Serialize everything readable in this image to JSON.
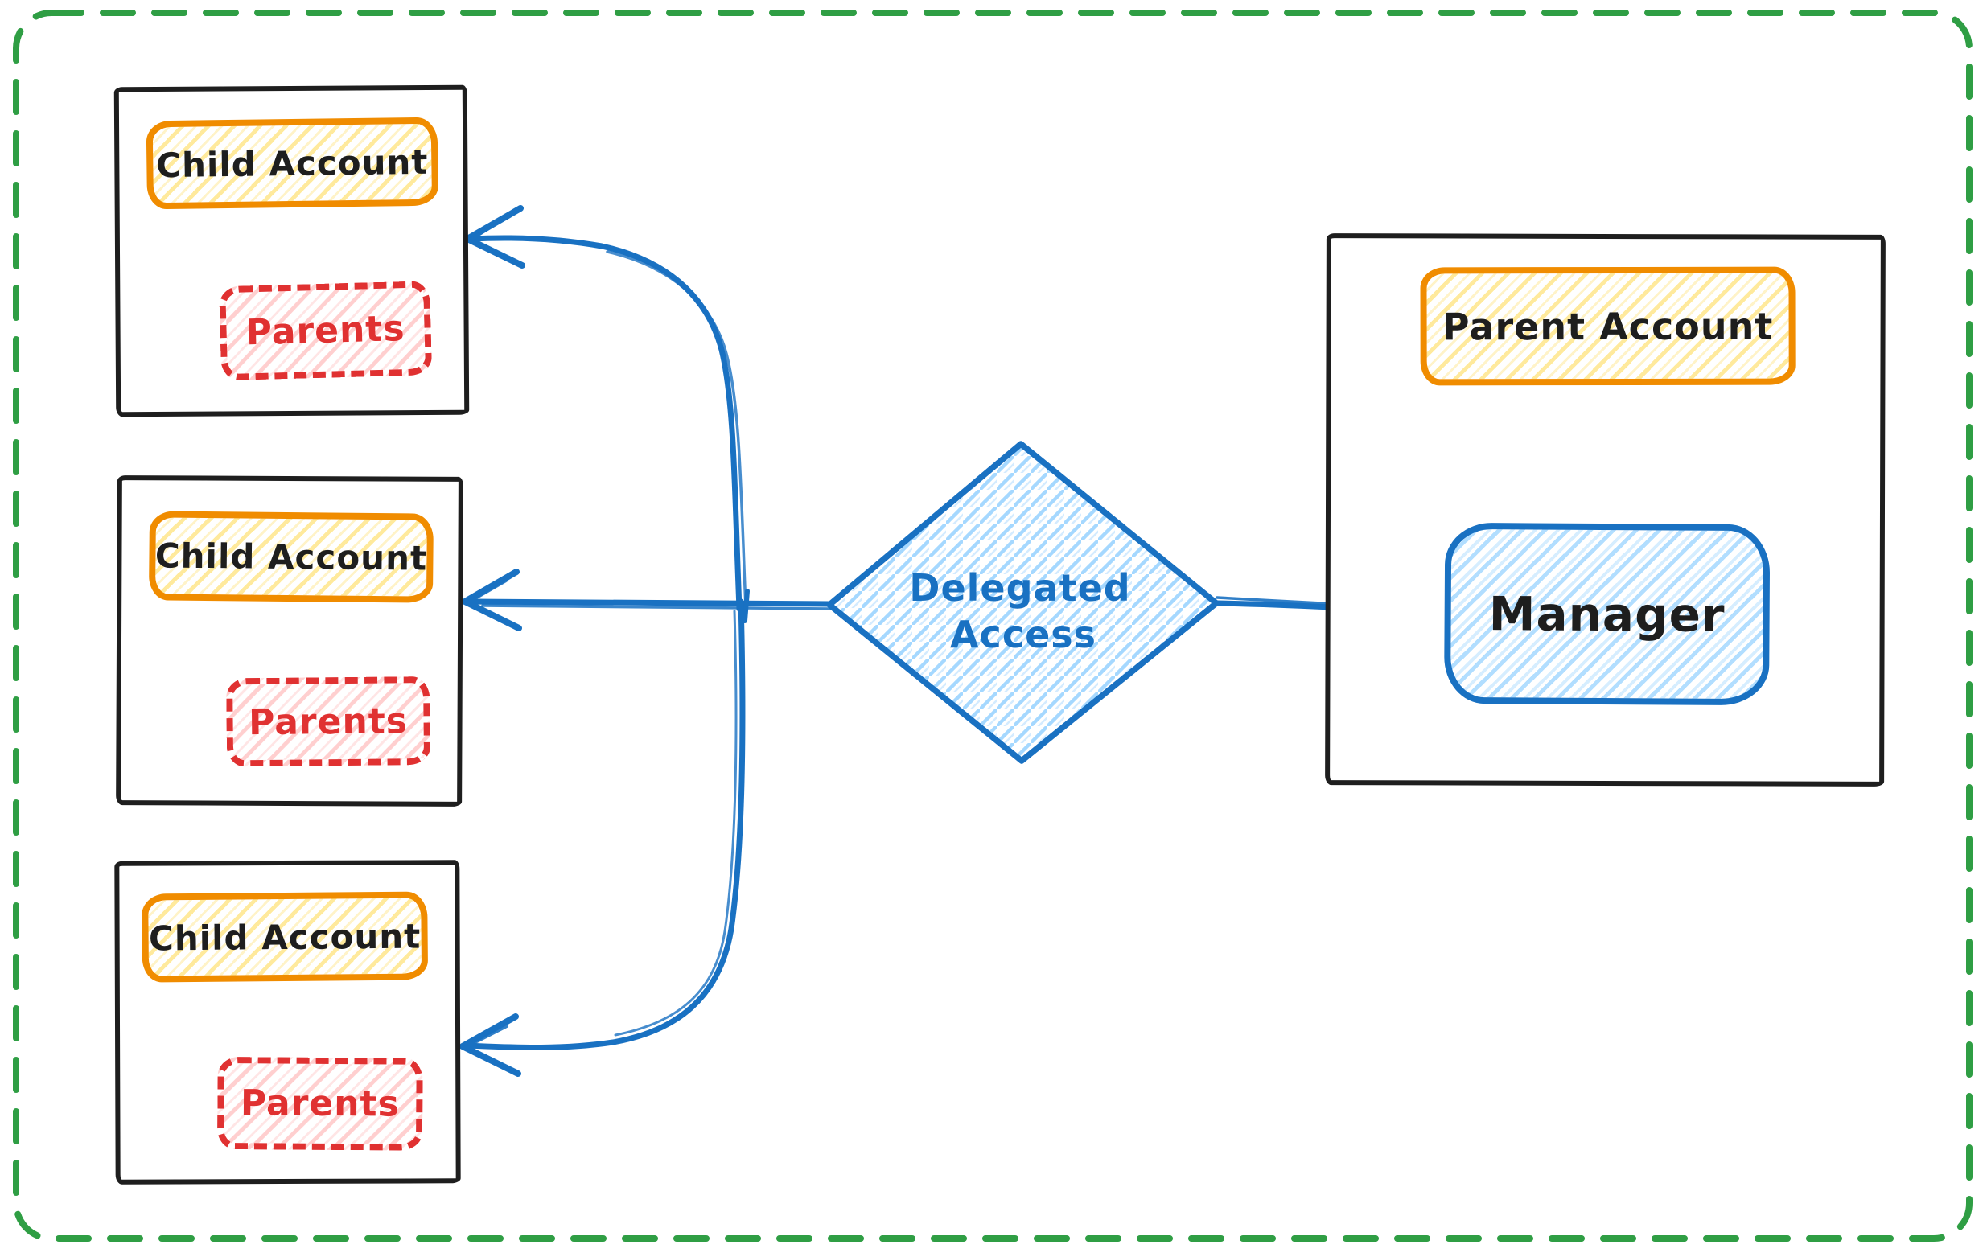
{
  "diagram": {
    "kind": "hand-drawn flow diagram",
    "background": "#ffffff",
    "canvas_border_color": "#2f9e44"
  },
  "nodes": {
    "child_accounts": [
      {
        "title": "Child Account",
        "sub_label": "Parents"
      },
      {
        "title": "Child Account",
        "sub_label": "Parents"
      },
      {
        "title": "Child Account",
        "sub_label": "Parents"
      }
    ],
    "parent_account": {
      "title": "Parent Account",
      "member_label": "Manager"
    },
    "decision": {
      "label_line1": "Delegated",
      "label_line2": "Access",
      "full_label": "Delegated Access"
    }
  },
  "edges": [
    {
      "from": "Manager",
      "to": "Delegated Access",
      "arrow": false
    },
    {
      "from": "Delegated Access",
      "to": "Child Account (top)",
      "arrow": true
    },
    {
      "from": "Delegated Access",
      "to": "Child Account (middle)",
      "arrow": true
    },
    {
      "from": "Delegated Access",
      "to": "Child Account (bottom)",
      "arrow": true
    }
  ],
  "colors": {
    "green_border": "#2f9e44",
    "black_stroke": "#1e1e1e",
    "orange_stroke": "#f08c00",
    "yellow_hatch": "#ffd43b",
    "red_stroke": "#e03131",
    "pink_hatch": "#ffa8a8",
    "blue_stroke": "#1971c2",
    "light_blue_hatch": "#a5d8ff"
  }
}
